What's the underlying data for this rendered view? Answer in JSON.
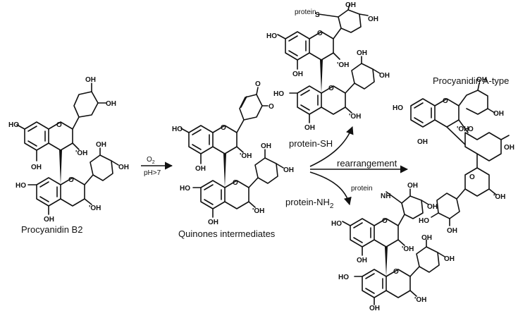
{
  "labels": {
    "procyanidin_b2": "Procyanidin B2",
    "quinones": "Quinones intermediates",
    "procyanidin_a": "Procyanidin A-type",
    "protein_sh": "protein-SH",
    "protein_nh2": "protein-NH",
    "protein_nh2_sub": "2",
    "rearrangement": "rearrangement",
    "o2": "O",
    "o2_sub": "2",
    "ph": "pH>7",
    "protein_s_label": "protein",
    "protein_nh_label": "protein",
    "s_atom": "S",
    "nh_atom": "NH"
  },
  "atoms": {
    "ho": "HO",
    "oh": "OH",
    "o": "O",
    "oh_stereo": "'OH",
    "oh_stereo_b": "OH"
  }
}
